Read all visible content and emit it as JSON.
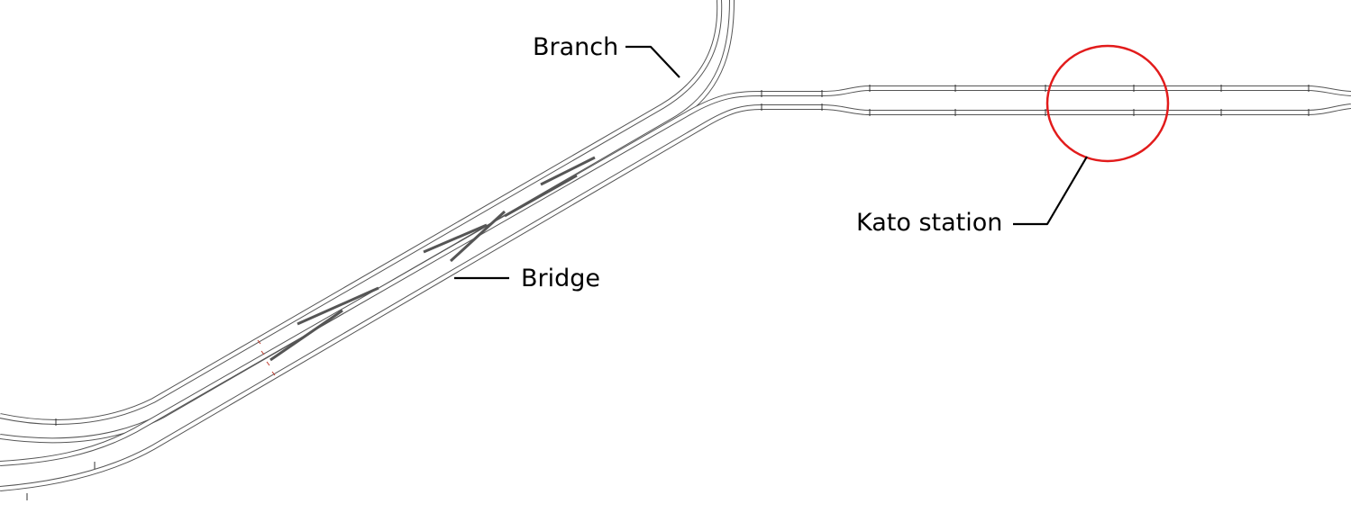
{
  "labels": {
    "branch": "Branch",
    "bridge": "Bridge",
    "station": "Kato station"
  },
  "colors": {
    "track": "#555555",
    "highlight": "#e21b1b",
    "text": "#000000"
  }
}
